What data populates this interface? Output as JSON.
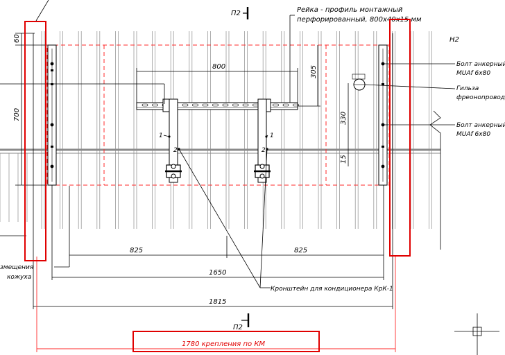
{
  "section_marks": {
    "top": "П2",
    "bottom": "П2"
  },
  "notes": {
    "rail_line1": "Рейка - профиль монтажный",
    "rail_line2": "перфорированный, 800х40х15 мм",
    "anchor_top_line1": "Болт анкерный",
    "anchor_top_line2": "MUAf 6х80",
    "sleeve_line1": "Гильза",
    "sleeve_line2": "фреонопровода",
    "anchor_bottom_line1": "Болт анкерный",
    "anchor_bottom_line2": "MUAf 6х80",
    "bracket": "Кронштейн для кондиционера КрК-1",
    "cover_line1": "змещения",
    "cover_line2": "кожуха",
    "grid_mark": "Н2"
  },
  "dimensions": {
    "d60": "60",
    "d700": "700",
    "d800": "800",
    "d305": "305",
    "d330": "330",
    "d15": "15",
    "d825_left": "825",
    "d825_right": "825",
    "d1650": "1650",
    "d1815": "1815"
  },
  "callouts": {
    "c1_left": "1",
    "c1_right": "1",
    "c2_left": "2",
    "c2_right": "2"
  },
  "red_label": "1780 крепления по КМ",
  "colors": {
    "line": "#000000",
    "panel": "#9a9a9a",
    "highlight": "#e00000",
    "hidden": "#ff2a2a"
  }
}
